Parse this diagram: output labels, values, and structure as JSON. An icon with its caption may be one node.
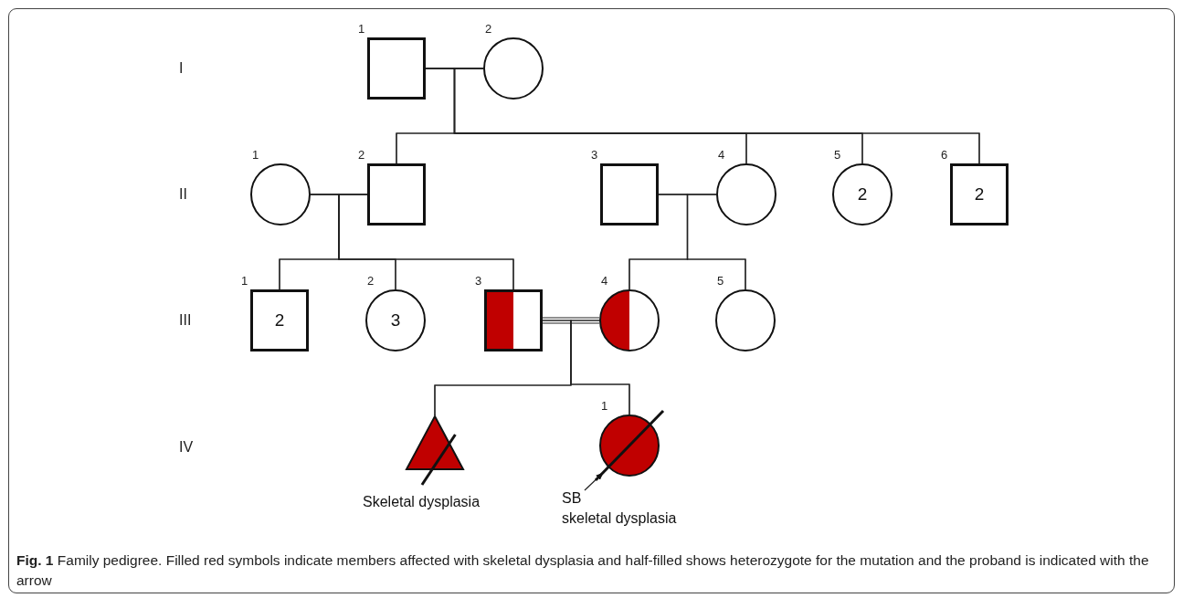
{
  "diagram": {
    "caption": "**Fig. 1** Family pedigree. Filled red symbols indicate members affected with skeletal dysplasia and half-filled shows heterozygote for the mutation and the proband is indicated with the arrow",
    "nodes": [
      {
        "text": [
          "1"
        ]
      },
      {
        "text": [
          "2"
        ]
      },
      {
        "text": [
          "1"
        ]
      },
      {
        "text": [
          "2"
        ]
      },
      {
        "text": [
          "3"
        ]
      },
      {
        "text": [
          "4"
        ]
      },
      {
        "text": [
          "5",
          "2"
        ]
      },
      {
        "text": [
          "6",
          "2"
        ]
      },
      {
        "text": [
          "1",
          "2"
        ]
      },
      {
        "text": [
          "2",
          "3"
        ]
      },
      {
        "text": [
          "3"
        ]
      },
      {
        "text": [
          "4"
        ]
      },
      {
        "text": [
          "5"
        ]
      },
      {
        "text": [],
        "shape": "triangle",
        "beside": [
          "Skeletal dysplasia"
        ]
      },
      {
        "text": [
          "1"
        ],
        "beside": [
          "SB",
          "skeletal dysplasia"
        ]
      }
    ],
    "edges": [
      {
        "from": 0,
        "to": 1,
        "arrow": "none"
      },
      {
        "from": 2,
        "to": 3,
        "arrow": "none"
      },
      {
        "from": 4,
        "to": 5,
        "arrow": "none"
      },
      {
        "from": 10,
        "to": 11,
        "arrow": "none"
      },
      {
        "from": 0,
        "to": 3,
        "arrow": "none"
      },
      {
        "from": 0,
        "to": 5,
        "arrow": "none"
      },
      {
        "from": 0,
        "to": 6,
        "arrow": "none"
      },
      {
        "from": 0,
        "to": 7,
        "arrow": "none"
      },
      {
        "from": 1,
        "to": 3,
        "arrow": "none"
      },
      {
        "from": 1,
        "to": 5,
        "arrow": "none"
      },
      {
        "from": 1,
        "to": 6,
        "arrow": "none"
      },
      {
        "from": 1,
        "to": 7,
        "arrow": "none"
      },
      {
        "from": 2,
        "to": 8,
        "arrow": "none"
      },
      {
        "from": 2,
        "to": 9,
        "arrow": "none"
      },
      {
        "from": 2,
        "to": 10,
        "arrow": "none"
      },
      {
        "from": 3,
        "to": 8,
        "arrow": "none"
      },
      {
        "from": 3,
        "to": 9,
        "arrow": "none"
      },
      {
        "from": 3,
        "to": 10,
        "arrow": "none"
      },
      {
        "from": 4,
        "to": 11,
        "arrow": "none"
      },
      {
        "from": 4,
        "to": 12,
        "arrow": "none"
      },
      {
        "from": 5,
        "to": 11,
        "arrow": "none"
      },
      {
        "from": 5,
        "to": 12,
        "arrow": "none"
      },
      {
        "from": 10,
        "to": 13,
        "arrow": "none"
      },
      {
        "from": 10,
        "to": 14,
        "arrow": "none"
      },
      {
        "from": 11,
        "to": 13,
        "arrow": "none"
      },
      {
        "from": 11,
        "to": 14,
        "arrow": "none"
      },
      {
        "from": null,
        "to": 14,
        "arrow": "to"
      }
    ],
    "labels": [
      "I",
      "II",
      "III",
      "IV"
    ]
  }
}
